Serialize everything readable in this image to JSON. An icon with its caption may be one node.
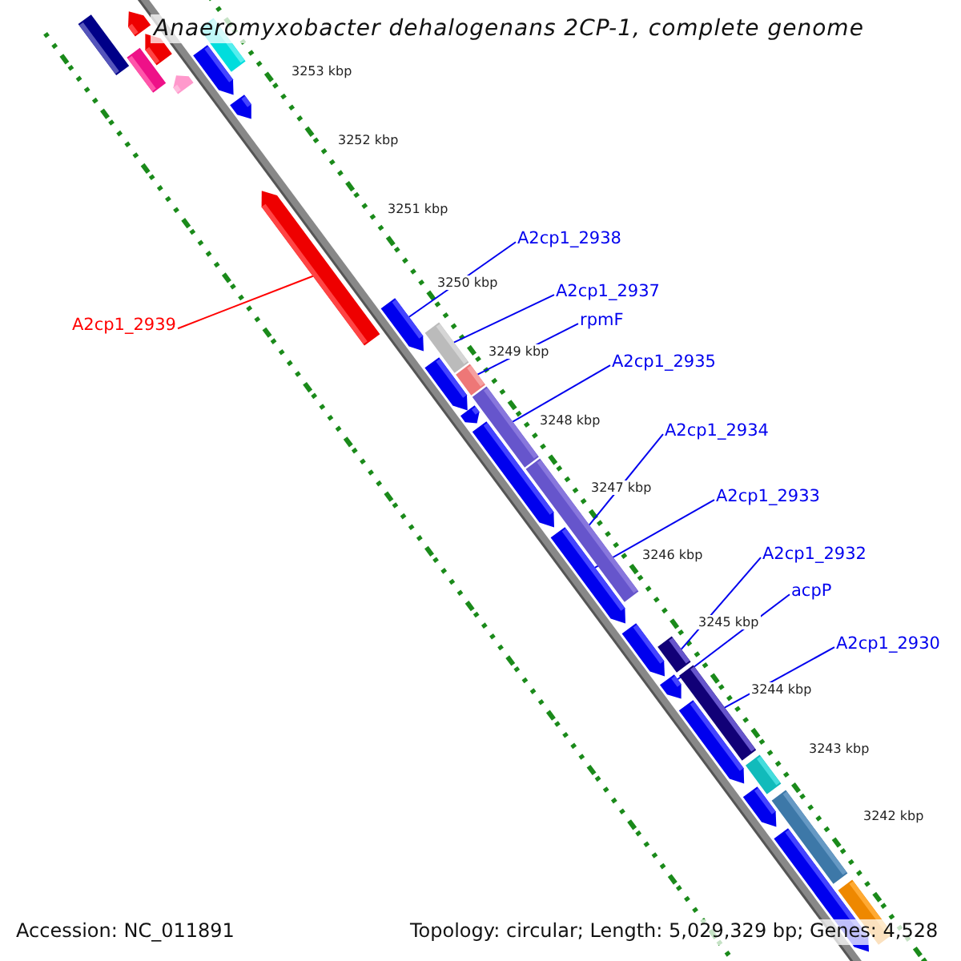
{
  "diagram": {
    "title": "Anaeromyxobacter dehalogenans 2CP-1, complete genome",
    "nodes": [
      {
        "text": [
          "A2cp1_2939"
        ]
      },
      {
        "text": [
          "A2cp1_2938"
        ]
      },
      {
        "text": [
          "A2cp1_2937"
        ]
      },
      {
        "text": [
          "rpmF"
        ]
      },
      {
        "text": [
          "A2cp1_2935"
        ]
      },
      {
        "text": [
          "A2cp1_2934"
        ]
      },
      {
        "text": [
          "A2cp1_2933"
        ]
      },
      {
        "text": [
          "A2cp1_2932"
        ]
      },
      {
        "text": [
          "acpP"
        ]
      },
      {
        "text": [
          "A2cp1_2930"
        ]
      },
      {
        "text": [],
        "shape": "box"
      },
      {
        "text": [],
        "shape": "arrow"
      },
      {
        "text": [],
        "shape": "arrow"
      },
      {
        "text": [],
        "shape": "box"
      },
      {
        "text": [],
        "shape": "box"
      },
      {
        "text": [],
        "shape": "arrow"
      },
      {
        "text": [],
        "shape": "arrow"
      },
      {
        "text": [],
        "shape": "arrow"
      },
      {
        "text": [],
        "shape": "arrow"
      },
      {
        "text": [],
        "shape": "arrow"
      },
      {
        "text": [],
        "shape": "box"
      },
      {
        "text": [],
        "shape": "arrow"
      },
      {
        "text": [],
        "shape": "box"
      },
      {
        "text": [],
        "shape": "box"
      },
      {
        "text": [],
        "shape": "arrow"
      },
      {
        "text": [],
        "shape": "arrow"
      },
      {
        "text": [],
        "shape": "box"
      },
      {
        "text": [],
        "shape": "arrow"
      },
      {
        "text": [],
        "shape": "arrow"
      },
      {
        "text": [],
        "shape": "box"
      },
      {
        "text": [],
        "shape": "arrow"
      },
      {
        "text": [],
        "shape": "box"
      },
      {
        "text": [],
        "shape": "arrow"
      },
      {
        "text": [],
        "shape": "box"
      },
      {
        "text": [],
        "shape": "arrow"
      },
      {
        "text": [],
        "shape": "box"
      },
      {
        "text": [],
        "shape": "arrow"
      },
      {
        "text": [],
        "shape": "box"
      }
    ],
    "edges": [
      {
        "from": 0,
        "to": 18,
        "arrow": "none",
        "color": "#ff0000"
      },
      {
        "from": 1,
        "to": 19,
        "arrow": "none"
      },
      {
        "from": 2,
        "to": 20,
        "arrow": "none"
      },
      {
        "from": 3,
        "to": 22,
        "arrow": "none"
      },
      {
        "from": 4,
        "to": 23,
        "arrow": "none"
      },
      {
        "from": 5,
        "to": 26,
        "arrow": "none"
      },
      {
        "from": 6,
        "to": 27,
        "arrow": "none"
      },
      {
        "from": 7,
        "to": 29,
        "arrow": "none"
      },
      {
        "from": 8,
        "to": 30,
        "arrow": "none"
      },
      {
        "from": 9,
        "to": 31,
        "arrow": "none"
      }
    ],
    "labels": [
      "3253 kbp",
      "3252 kbp",
      "3251 kbp",
      "3250 kbp",
      "3249 kbp",
      "3248 kbp",
      "3247 kbp",
      "3246 kbp",
      "3245 kbp",
      "3244 kbp",
      "3243 kbp",
      "3242 kbp",
      "Accession: NC_011891",
      "Topology: circular; Length: 5,029,329 bp; Genes: 4,528"
    ]
  }
}
